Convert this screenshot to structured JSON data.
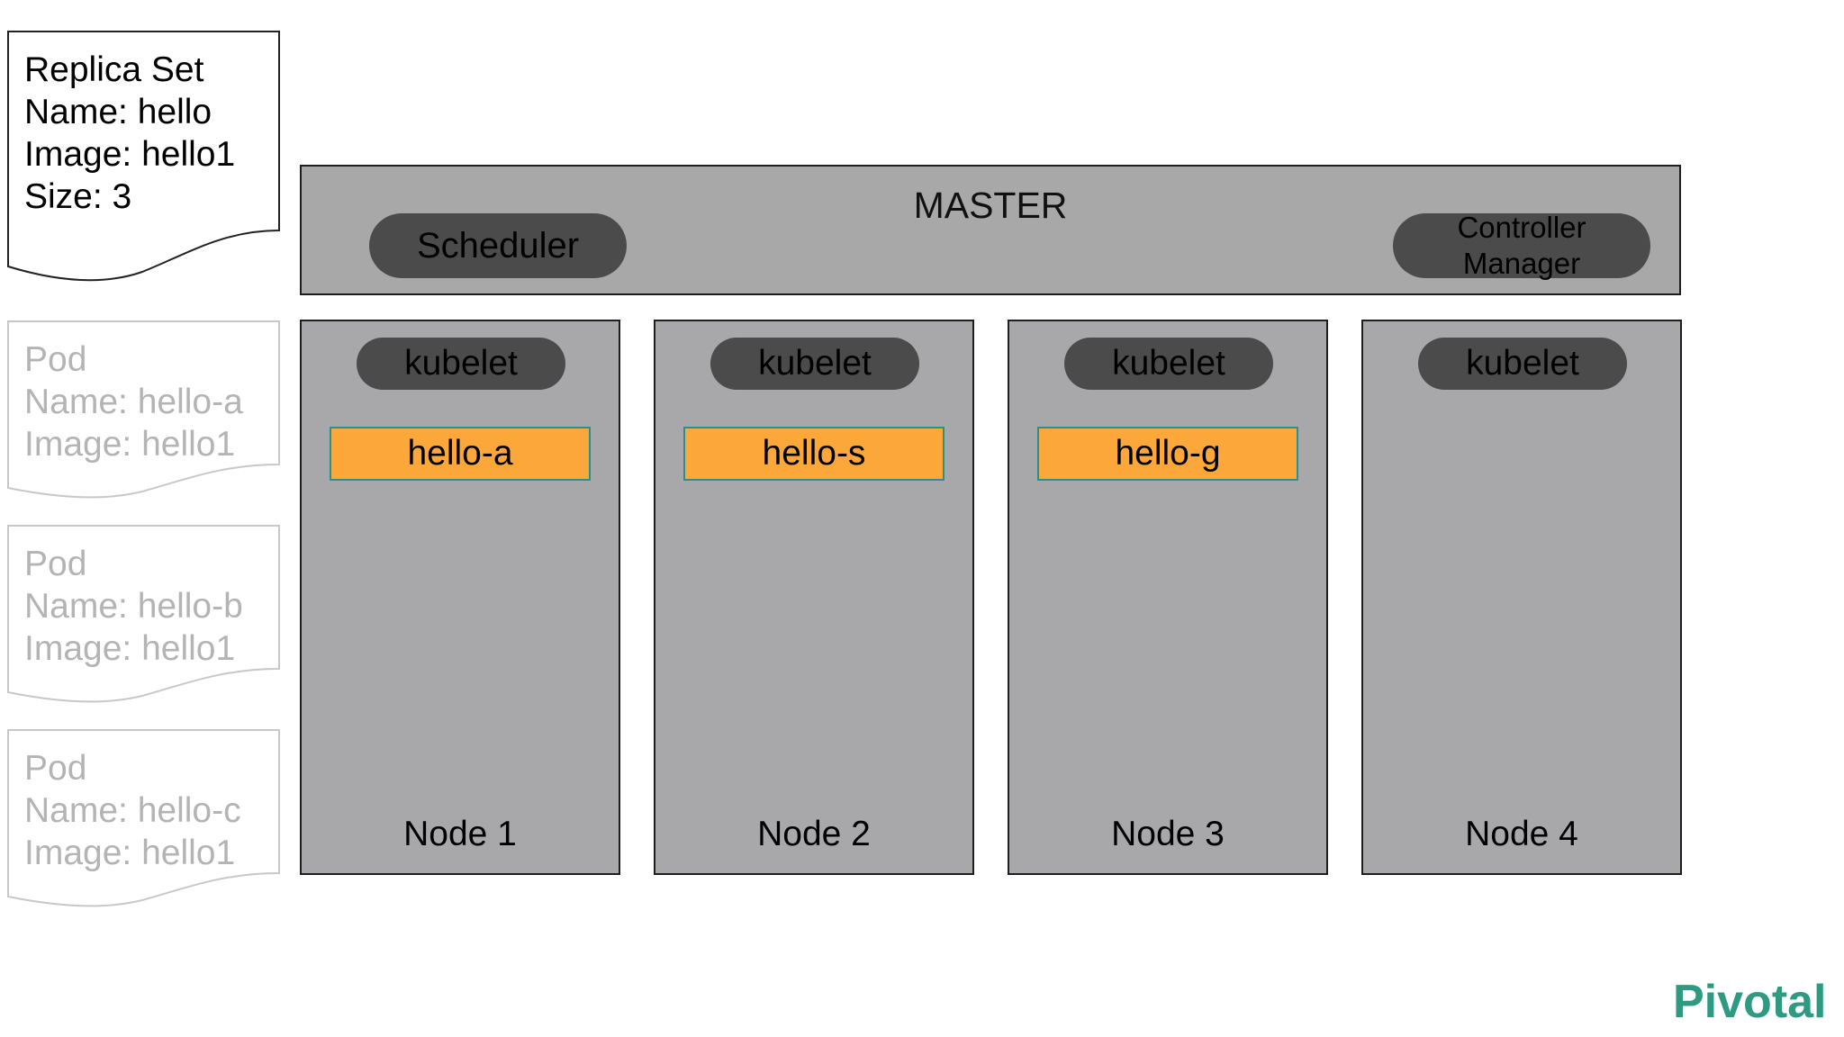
{
  "replica_set": {
    "lines": [
      "Replica Set",
      "Name: hello",
      "Image: hello1",
      "Size: 3"
    ]
  },
  "pods": [
    {
      "lines": [
        "Pod",
        "Name: hello-a",
        "Image: hello1"
      ]
    },
    {
      "lines": [
        "Pod",
        "Name: hello-b",
        "Image: hello1"
      ]
    },
    {
      "lines": [
        "Pod",
        "Name: hello-c",
        "Image: hello1"
      ]
    }
  ],
  "master": {
    "title": "MASTER",
    "scheduler": "Scheduler",
    "controller_line1": "Controller",
    "controller_line2": "Manager"
  },
  "nodes": [
    {
      "kubelet": "kubelet",
      "pod": "hello-a",
      "label": "Node 1"
    },
    {
      "kubelet": "kubelet",
      "pod": "hello-s",
      "label": "Node 2"
    },
    {
      "kubelet": "kubelet",
      "pod": "hello-g",
      "label": "Node 3"
    },
    {
      "kubelet": "kubelet",
      "label": "Node 4"
    }
  ],
  "logo": "Pivotal",
  "colors": {
    "gray_box": "#a8a8a8",
    "pill": "#4b4b4b",
    "pod_fill": "#fba73a",
    "pod_border": "#2c8f8f",
    "logo": "#2f9a82",
    "faded_text": "#b4b4b4"
  }
}
